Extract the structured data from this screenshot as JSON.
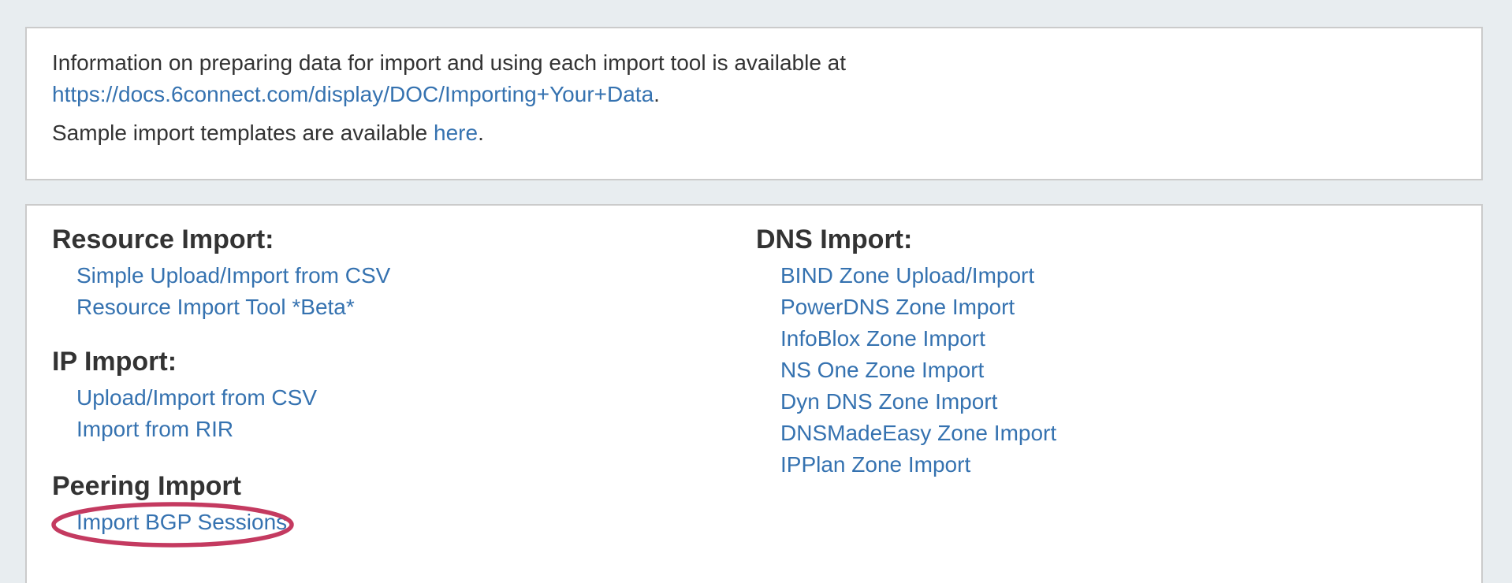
{
  "page": {
    "background_color": "#e8edf0",
    "panel_border_color": "#cbcbcb",
    "text_color": "#333333",
    "link_color": "#3572b0",
    "annotation_color": "#c43a60"
  },
  "info_panel": {
    "line1_prefix": "Information on preparing data for import and using each import tool is available at ",
    "line1_link": "https://docs.6connect.com/display/DOC/Importing+Your+Data",
    "line1_suffix": ".",
    "line2_prefix": "Sample import templates are available ",
    "line2_link": "here",
    "line2_suffix": "."
  },
  "import_panel": {
    "left_sections": [
      {
        "title": "Resource Import:",
        "links": [
          "Simple Upload/Import from CSV",
          "Resource Import Tool *Beta*"
        ]
      },
      {
        "title": "IP Import:",
        "links": [
          "Upload/Import from CSV",
          "Import from RIR"
        ]
      },
      {
        "title": "Peering Import",
        "links": [
          "Import BGP Sessions"
        ]
      }
    ],
    "right_sections": [
      {
        "title": "DNS Import:",
        "links": [
          "BIND Zone Upload/Import",
          "PowerDNS Zone Import",
          "InfoBlox Zone Import",
          "NS One Zone Import",
          "Dyn DNS Zone Import",
          "DNSMadeEasy Zone Import",
          "IPPlan Zone Import"
        ]
      }
    ],
    "annotation": {
      "type": "ellipse",
      "target": "Import BGP Sessions"
    }
  }
}
